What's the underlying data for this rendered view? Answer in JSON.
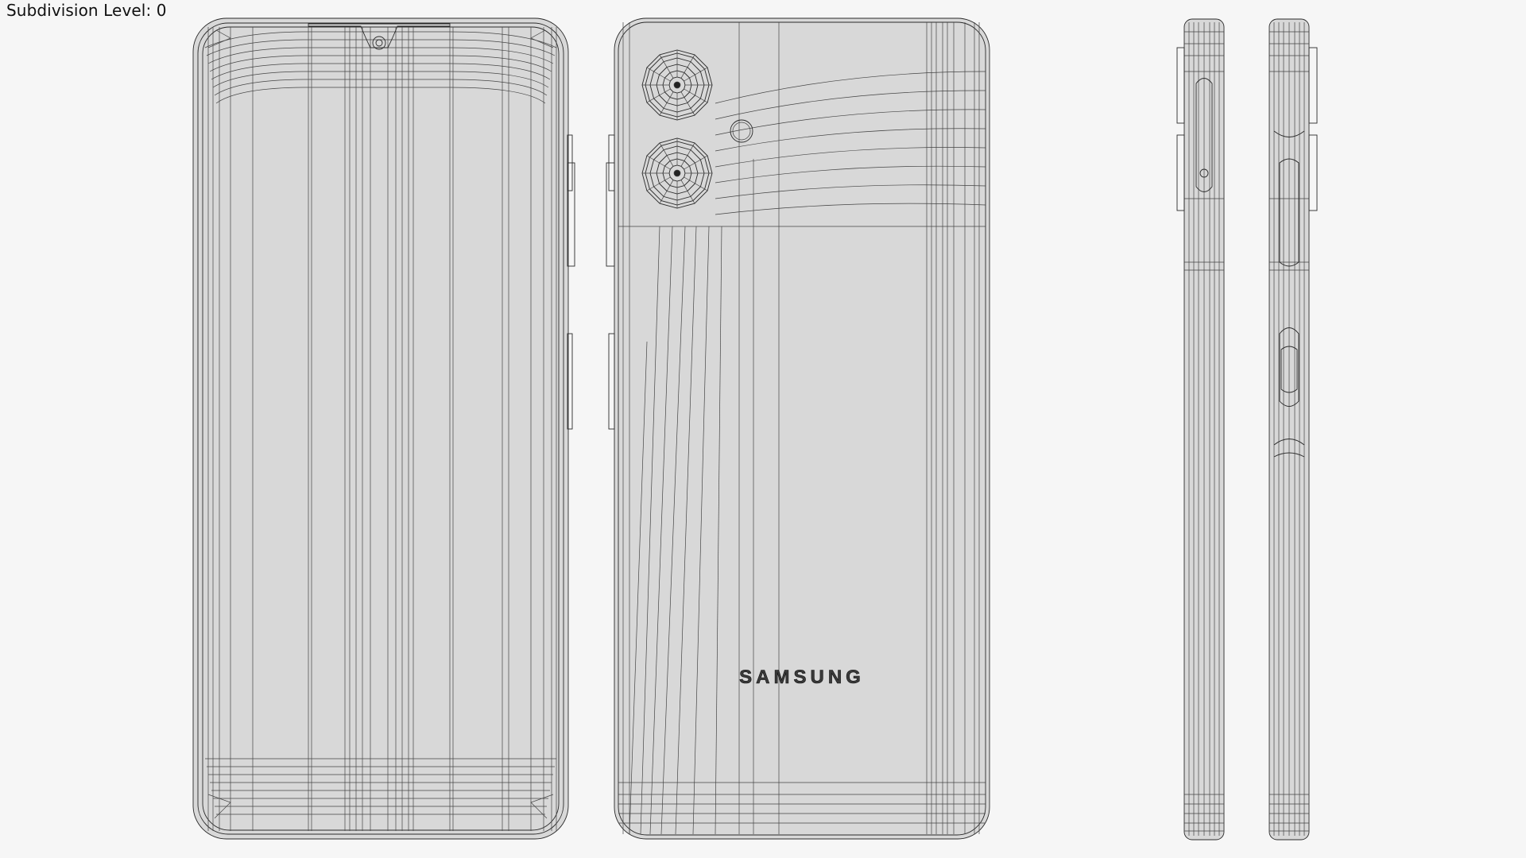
{
  "viewport": {
    "label": "Subdivision Level: 0",
    "background_color": "#f6f6f6",
    "mesh_color": "#2a2a2a",
    "surface_color": "#d8d8d8"
  },
  "model": {
    "brand_logo_text": "SAMSUNG"
  },
  "views": [
    {
      "id": "front-view",
      "icon": "phone-front-wireframe"
    },
    {
      "id": "back-view",
      "icon": "phone-back-wireframe"
    },
    {
      "id": "left-side-view",
      "icon": "phone-side-wireframe"
    },
    {
      "id": "right-side-view",
      "icon": "phone-side-wireframe"
    }
  ]
}
